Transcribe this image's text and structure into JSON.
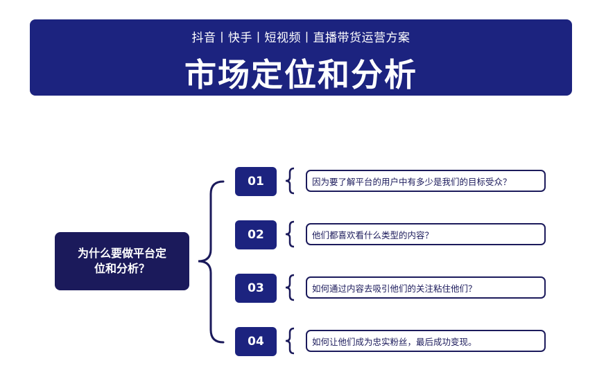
{
  "header": {
    "subtitle": "抖音丨快手丨短视频丨直播带货运营方案",
    "title": "市场定位和分析"
  },
  "question": "为什么要做平台定位和分析？",
  "items": [
    {
      "number": "01",
      "text": "因为要了解平台的用户中有多少是我们的目标受众？"
    },
    {
      "number": "02",
      "text": "他们都喜欢看什么类型的内容？"
    },
    {
      "number": "03",
      "text": "如何通过内容去吸引他们的关注粘住他们？"
    },
    {
      "number": "04",
      "text": "如何让他们成为忠实粉丝，最后成功变现。"
    }
  ],
  "colors": {
    "navy": "#1c237f",
    "dark_navy": "#1b1a5b",
    "background": "#ffffff"
  }
}
